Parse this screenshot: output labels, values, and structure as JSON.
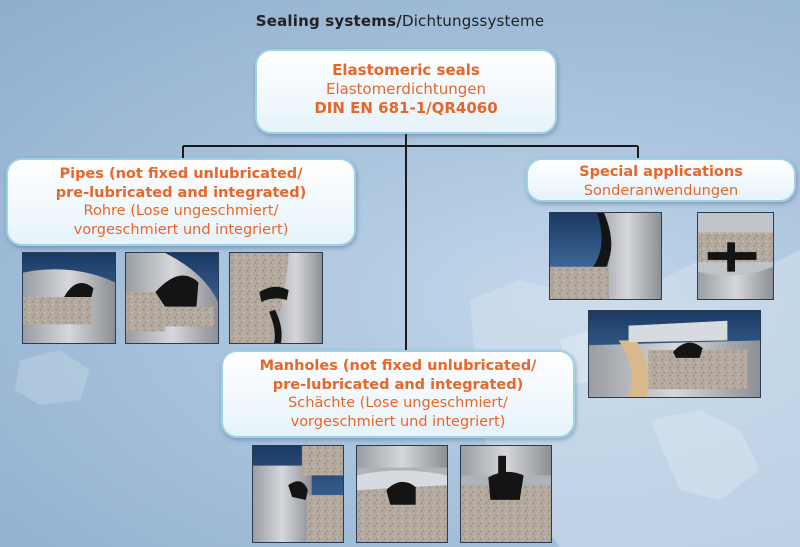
{
  "title": {
    "bold": "Sealing systems/",
    "regular": "Dichtungssysteme"
  },
  "root": {
    "line1": "Elastomeric seals",
    "line2": "Elastomerdichtungen",
    "line3": "DIN EN 681-1/QR4060"
  },
  "pipes": {
    "line1": "Pipes (not fixed unlubricated/",
    "line2": "pre-lubricated and integrated)",
    "line3": "Rohre (Lose ungeschmiert/",
    "line4": "vorgeschmiert und integriert)"
  },
  "special": {
    "line1": "Special applications",
    "line2": "Sonderanwendungen"
  },
  "manholes": {
    "line1": "Manholes (not fixed unlubricated/",
    "line2": "pre-lubricated and integrated)",
    "line3": "Schächte (Lose ungeschmiert/",
    "line4": "vorgeschmiert und integriert)"
  },
  "colors": {
    "accent_orange": "#e8662a",
    "box_border": "#9ed0e6",
    "connector": "#1a1a1a"
  }
}
